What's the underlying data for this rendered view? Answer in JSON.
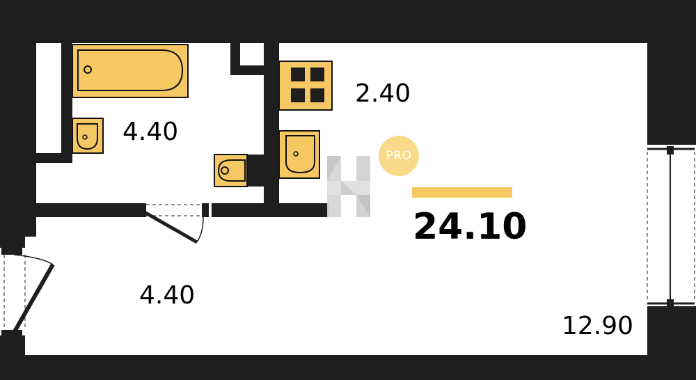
{
  "plan": {
    "total_area": "24.10",
    "badge_label": "PRO",
    "rooms": [
      {
        "id": "bathroom",
        "area": "4.40"
      },
      {
        "id": "kitchen",
        "area": "2.40"
      },
      {
        "id": "hallway",
        "area": "4.40"
      },
      {
        "id": "living",
        "area": "12.90"
      }
    ]
  },
  "colors": {
    "wall": "#1e1e1e",
    "fixture_fill": "#f6c864",
    "fixture_stroke": "#111111",
    "accent_bar": "#f6c864",
    "badge": "#f8da8a",
    "watermark": "#cfcfcf",
    "background": "#ffffff"
  },
  "icons": [
    "bathtub-icon",
    "sink-icon",
    "toilet-icon",
    "stove-icon",
    "kitchen-sink-icon",
    "door-icon",
    "window-icon",
    "logo-watermark-icon"
  ]
}
